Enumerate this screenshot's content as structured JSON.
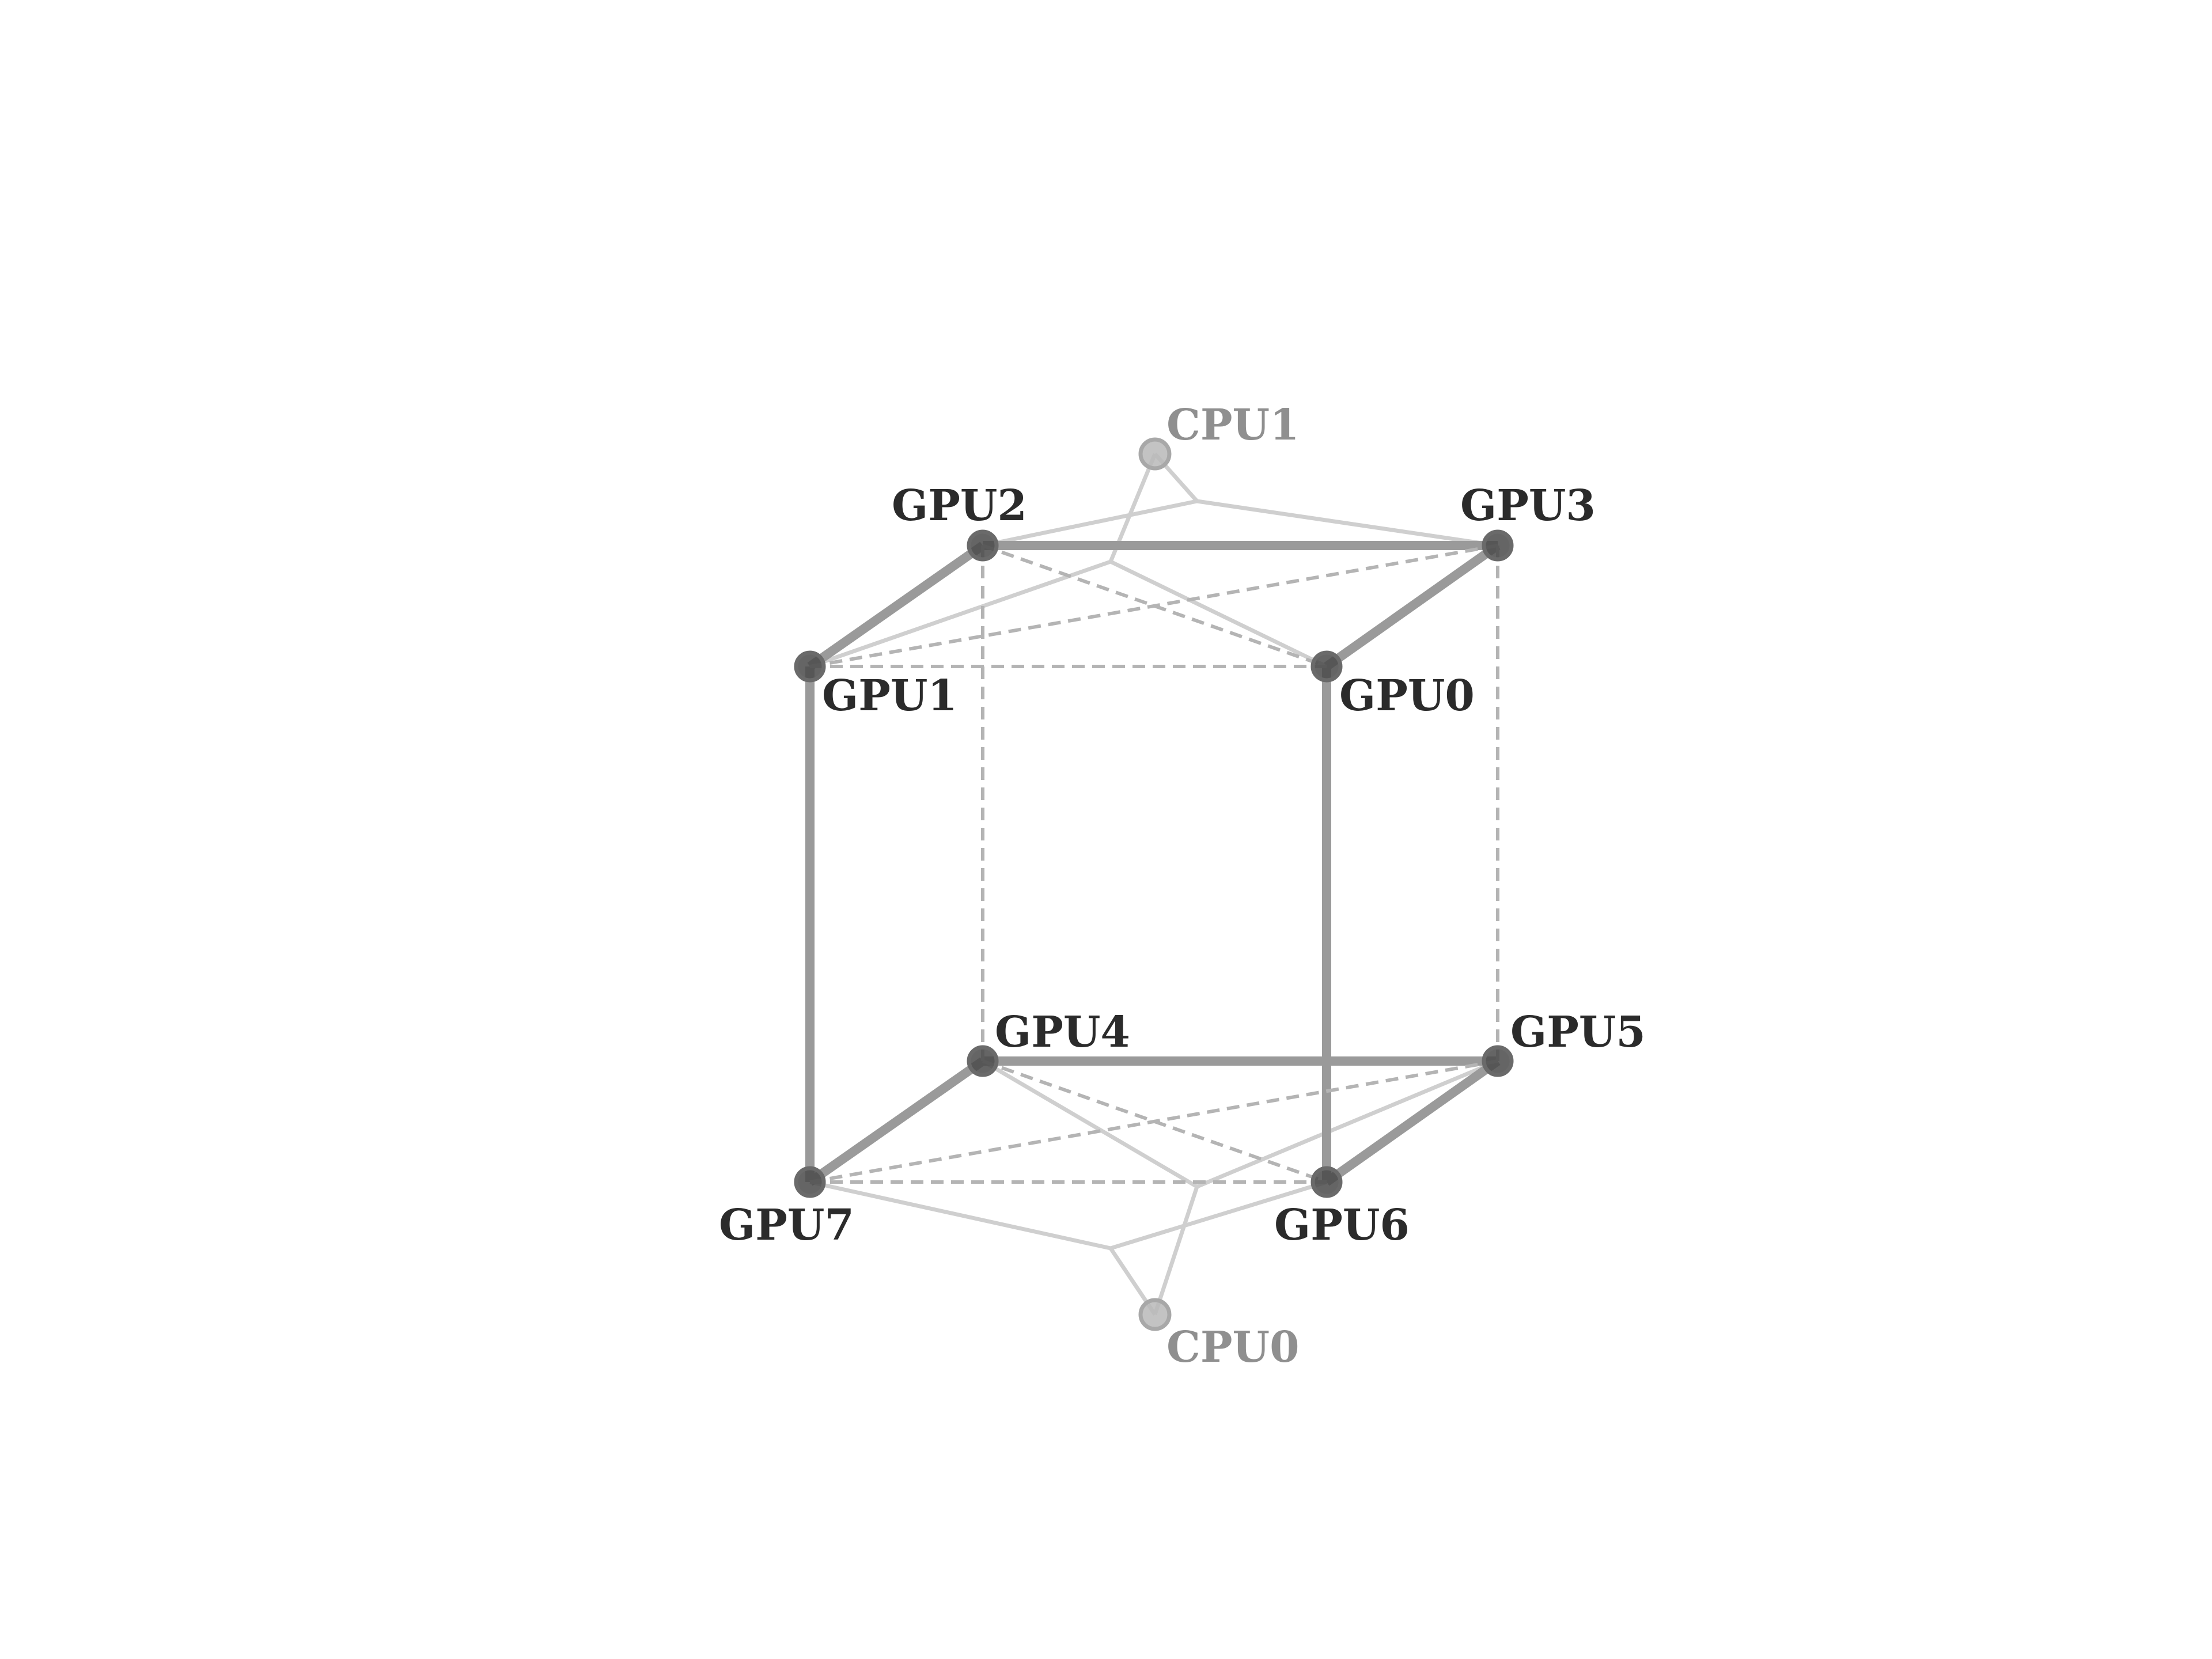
{
  "diagram": {
    "type": "topology",
    "colors": {
      "gpu_node": "#4a4a4a",
      "cpu_node": "#b8b8b8",
      "gpu_label": "#2b2b2b",
      "cpu_label": "#8f8f8f",
      "strong_link": "#9a9a9a",
      "dashed_link": "#b4b4b4",
      "cpu_link": "#cfcfcf"
    },
    "nodes": [
      {
        "id": "GPU0",
        "label": "GPU0",
        "kind": "gpu"
      },
      {
        "id": "GPU1",
        "label": "GPU1",
        "kind": "gpu"
      },
      {
        "id": "GPU2",
        "label": "GPU2",
        "kind": "gpu"
      },
      {
        "id": "GPU3",
        "label": "GPU3",
        "kind": "gpu"
      },
      {
        "id": "GPU4",
        "label": "GPU4",
        "kind": "gpu"
      },
      {
        "id": "GPU5",
        "label": "GPU5",
        "kind": "gpu"
      },
      {
        "id": "GPU6",
        "label": "GPU6",
        "kind": "gpu"
      },
      {
        "id": "GPU7",
        "label": "GPU7",
        "kind": "gpu"
      },
      {
        "id": "CPU1",
        "label": "CPU1",
        "kind": "cpu"
      },
      {
        "id": "CPU0",
        "label": "CPU0",
        "kind": "cpu"
      }
    ],
    "edges": [
      {
        "from": "GPU1",
        "to": "GPU2",
        "style": "solid"
      },
      {
        "from": "GPU2",
        "to": "GPU3",
        "style": "solid"
      },
      {
        "from": "GPU3",
        "to": "GPU0",
        "style": "solid"
      },
      {
        "from": "GPU1",
        "to": "GPU7",
        "style": "solid"
      },
      {
        "from": "GPU0",
        "to": "GPU6",
        "style": "solid"
      },
      {
        "from": "GPU7",
        "to": "GPU4",
        "style": "solid"
      },
      {
        "from": "GPU4",
        "to": "GPU5",
        "style": "solid"
      },
      {
        "from": "GPU5",
        "to": "GPU6",
        "style": "solid"
      },
      {
        "from": "GPU1",
        "to": "GPU0",
        "style": "dashed"
      },
      {
        "from": "GPU2",
        "to": "GPU0",
        "style": "dashed"
      },
      {
        "from": "GPU1",
        "to": "GPU3",
        "style": "dashed"
      },
      {
        "from": "GPU2",
        "to": "GPU4",
        "style": "dashed"
      },
      {
        "from": "GPU3",
        "to": "GPU5",
        "style": "dashed"
      },
      {
        "from": "GPU7",
        "to": "GPU6",
        "style": "dashed"
      },
      {
        "from": "GPU4",
        "to": "GPU6",
        "style": "dashed"
      },
      {
        "from": "GPU7",
        "to": "GPU5",
        "style": "dashed"
      }
    ],
    "cpu_links": [
      {
        "cpu": "CPU1",
        "gpus": [
          "GPU1",
          "GPU0"
        ]
      },
      {
        "cpu": "CPU1",
        "gpus": [
          "GPU2",
          "GPU3"
        ]
      },
      {
        "cpu": "CPU0",
        "gpus": [
          "GPU7",
          "GPU6"
        ]
      },
      {
        "cpu": "CPU0",
        "gpus": [
          "GPU4",
          "GPU5"
        ]
      }
    ]
  }
}
